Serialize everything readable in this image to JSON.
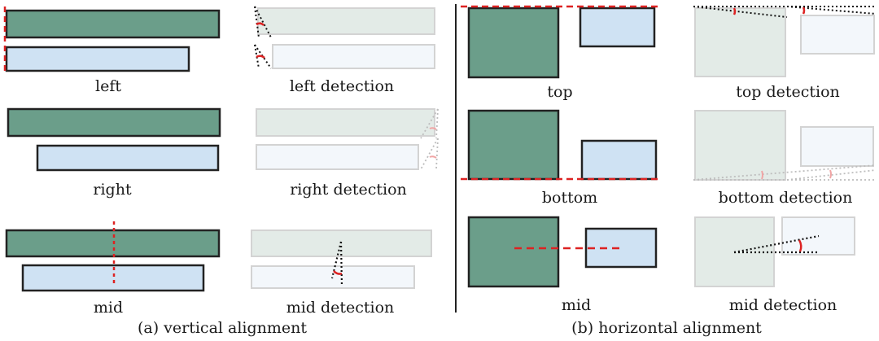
{
  "colors": {
    "green": "#6b9e8a",
    "blue": "#cfe2f3",
    "green_faded": "#e3ebe7",
    "blue_faded": "#f3f7fb",
    "outline": "#222222",
    "outline_faded": "#d3d3d3",
    "guide": "#dd2222",
    "angle": "#dd2222",
    "detect_line": "#111111"
  },
  "labels": {
    "left": "left",
    "left_detection": "left detection",
    "right": "right",
    "right_detection": "right detection",
    "mid_v": "mid",
    "mid_v_detection": "mid detection",
    "top": "top",
    "top_detection": "top detection",
    "bottom": "bottom",
    "bottom_detection": "bottom detection",
    "mid_h": "mid",
    "mid_h_detection": "mid detection"
  },
  "captions": {
    "a": "(a) vertical alignment",
    "b": "(b) horizontal alignment"
  }
}
